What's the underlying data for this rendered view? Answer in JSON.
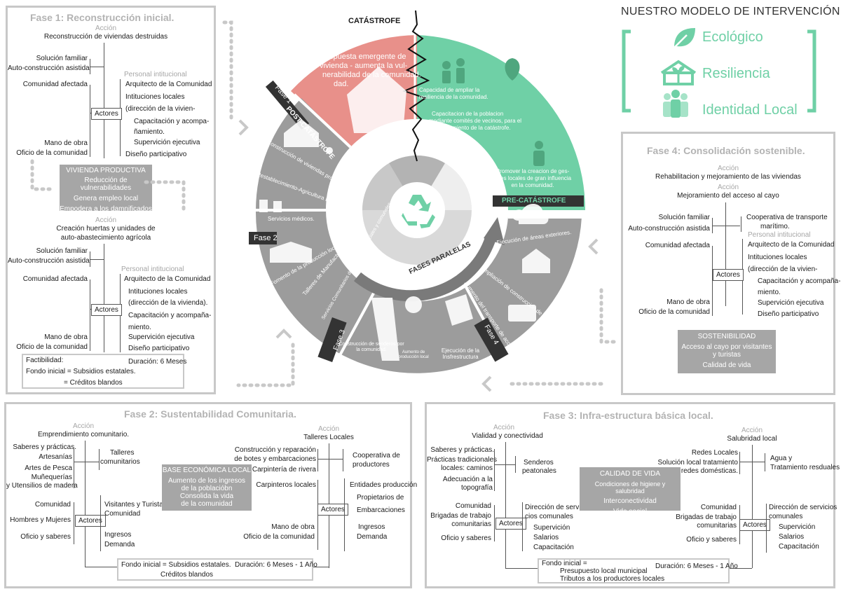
{
  "header": {
    "title": "NUESTRO MODELO DE INTERVENCIÓN...."
  },
  "model": {
    "items": [
      {
        "label": "Ecológico",
        "icon": "leaf-icon"
      },
      {
        "label": "Resiliencia",
        "icon": "sprout-house-icon"
      },
      {
        "label": "Identidad Local",
        "icon": "people-group-icon"
      }
    ],
    "accent": "#6fd0a6"
  },
  "wheel": {
    "catastrophe": "CATÁSTROFE",
    "emergency": [
      "Respuesta emergente de",
      "vivienda - aumenta la vul-",
      "nerabilidad de la comunidad."
    ],
    "emergency_end": "dad.",
    "pre": "PRE-CATÁSTROFE",
    "post": "POST-CATÁSTROFE",
    "parallel": "FASES PARALELAS",
    "phases": [
      "Fase 1",
      "Fase 2",
      "Fase 3",
      "Fase 4"
    ],
    "pre_texts": [
      [
        "Capacidad de ampliar la",
        "resiliencia de la comunidad."
      ],
      [
        "Capacitacion de la poblacion",
        "mediante comités de vecinos, para el",
        "enfrentamiento de la catástrofe."
      ],
      [
        "Promover la creacion de ges-",
        "tores locales de gran influencia",
        "en la comunidad."
      ]
    ],
    "f1_texts": [
      "Construcción de viviendas productivas",
      "Restablecimiento-Agricultura Local",
      "Servicios médicos."
    ],
    "f2_texts": [
      "Fomento de la producción local",
      "Talleres de Manufactura artesanías",
      "Servicios Comunitarios de Salud, Agua, sociales y comunales"
    ],
    "f3_texts": [
      "Construcción de senderos por la comunidad.",
      "Aumento de producción local",
      "Ejecución de la Insfrestructura"
    ],
    "f4_texts": [
      "Ejecución de áreas exteriores.",
      "Ampliación de construcción de Viviendas",
      "Aumento del transporte de acceso al cayo"
    ],
    "colors": {
      "red": "#e8908a",
      "green": "#6fd0a6",
      "gray": "#9c9c9c",
      "dark": "#333333"
    }
  },
  "f1": {
    "title": "Fase 1: Reconstrucción inicial.",
    "accion_label": "Acción",
    "accion1": "Reconstrucción de viviendas destruidas",
    "left1": [
      "Solución familiar",
      "Auto-construcción asistida"
    ],
    "comunidad": "Comunidad afectada",
    "personal_label": "Personal intitucional",
    "personal": [
      "Arquitecto de la Comunidad",
      "Intituciones locales",
      "(dirección de la vivien-",
      "Capacitación y acompa-",
      "ñamiento.",
      "Supervición ejecutiva",
      "Diseño participativo"
    ],
    "actores": "Actores",
    "mano": [
      "Mano de obra",
      "Oficio de la comunidad"
    ],
    "box_title": "VIVIENDA PRODUCTIVA",
    "box_lines": [
      "Reducción de vulnerabilidades",
      "Genera empleo local",
      "Empodera a los damnificados"
    ],
    "accion2": [
      "Creación huertas y unidades de",
      "auto-abastecimiento agrícola"
    ],
    "left2": [
      "Solución familiar",
      "Auto-construcción asistida"
    ],
    "comunidad2": "Comunidad afectada",
    "personal2_label": "Personal intitucional",
    "personal2": [
      "Arquitecto de la Comunidad",
      "Intituciones locales",
      "(dirección de la vivienda).",
      "Capacitación y acompaña-",
      "miento.",
      "Supervición ejecutiva",
      "Diseño participativo"
    ],
    "mano2": [
      "Mano de obra",
      "Oficio de la comunidad"
    ],
    "fact": [
      "Factibilidad:",
      "Fondo inicial = Subsidios estatales.",
      "= Créditos blandos"
    ],
    "duracion": "Duración: 6 Meses"
  },
  "f4": {
    "title": "Fase 4: Consolidación sostenible.",
    "accion_label": "Acción",
    "accion1": "Rehabilitacion y mejoramiento de las viviendas",
    "accion2": "Mejoramiento del acceso al cayo",
    "left": [
      "Solución familiar",
      "Auto-construcción asistida"
    ],
    "coop": [
      "Cooperativa de transporte",
      "marítimo."
    ],
    "comunidad": "Comunidad afectada",
    "personal_label": "Personal intitucional",
    "personal": [
      "Arquitecto de la Comunidad",
      "Intituciones locales",
      "(dirección de la vivien-",
      "Capacitación y acompaña-",
      "miento.",
      "Supervición ejecutiva",
      "Diseño participativo"
    ],
    "actores": "Actores",
    "mano": [
      "Mano de obra",
      "Oficio de la comunidad"
    ],
    "box_title": "SOSTENIBILIDAD",
    "box_lines": [
      "Acceso al cayo por visitantes",
      "y turistas",
      "Calidad de vida"
    ]
  },
  "f2": {
    "title": "Fase 2: Sustentabilidad Comunitaria.",
    "accion_label": "Acción",
    "accion": "Emprendimiento comunitario.",
    "saberes": "Saberes y prácticas.",
    "left": [
      "Artesanías",
      "Artes de Pesca",
      "Muñequerías",
      "y Utensilios de madera"
    ],
    "talleres": [
      "Talleres",
      "comunitarios"
    ],
    "comunidad": "Comunidad",
    "hombres": "Hombres y Mujeres",
    "oficio": "Oficio y saberes",
    "actores": "Actores",
    "visitantes": [
      "Visitantes y Turistas",
      "Comunidad"
    ],
    "ingresos": [
      "Ingresos",
      "Demanda"
    ],
    "box_title": "BASE ECONÓMICA LOCAL",
    "box_lines": [
      "Aumento de los ingresos",
      "de la poblacióbn",
      "Consolida la vida",
      "de la comunidad"
    ],
    "accion2_label": "Acción",
    "accion2": "Talleres Locales",
    "construccion": [
      "Construcción y reparación",
      "de botes y embarcaciones"
    ],
    "carpinteria": "Carpintería de rivera",
    "carpinteros": "Carpinteros locales",
    "coop": [
      "Cooperativa de",
      "productores"
    ],
    "entidades": [
      "Entidades producción",
      "Propietarios de",
      "Embarcaciones"
    ],
    "actores2": "Actores",
    "mano": [
      "Mano de obra",
      "Oficio de la comunidad"
    ],
    "ingresos2": [
      "Ingresos",
      "Demanda"
    ],
    "fondo": "Fondo inicial = Subsidios estatales.",
    "creditos": "Créditos blandos",
    "duracion": "Duración: 6 Meses - 1 Año"
  },
  "f3": {
    "title": "Fase 3: Infra-estructura básica local.",
    "accion_label": "Acción",
    "accion": "Vialidad y conectividad",
    "saberes": "Saberes y prácticas.",
    "left": [
      "Prácticas tradicionales",
      "locales: caminos",
      "Adecuación a la",
      "topografía"
    ],
    "senderos": [
      "Senderos",
      "peatonales"
    ],
    "comunidad": [
      "Comunidad",
      "Brigadas de trabajo",
      "comunitarias"
    ],
    "oficio": "Oficio y saberes",
    "actores": "Actores",
    "direccion": [
      "Dirección de servi-",
      "cios comunales",
      "Supervición",
      "Salarios",
      "Capacitación"
    ],
    "box_title": "CALIDAD DE VIDA",
    "box_lines": [
      "Condiciones de higiene y salubridad",
      "Interconectividad",
      "Vida social"
    ],
    "accion2_label": "Acción",
    "accion2": "Salubridad local",
    "redes": [
      "Redes Locales",
      "Solución local tratamiento",
      "redes domésticas."
    ],
    "agua": [
      "Agua y",
      "Tratamiento resduales"
    ],
    "comunidad2": [
      "Comunidad",
      "Brigadas de trabajo",
      "comunitarias"
    ],
    "oficio2": "Oficio y saberes",
    "actores2": "Actores",
    "direccion2": [
      "Dirección de servicios",
      "comunales",
      "Supervición",
      "Salarios",
      "Capacitación"
    ],
    "fondo": [
      "Fondo inicial =",
      "Presupuesto local municipal",
      "Tributos a los productores locales"
    ],
    "duracion": "Duración: 6 Meses - 1 Año"
  }
}
